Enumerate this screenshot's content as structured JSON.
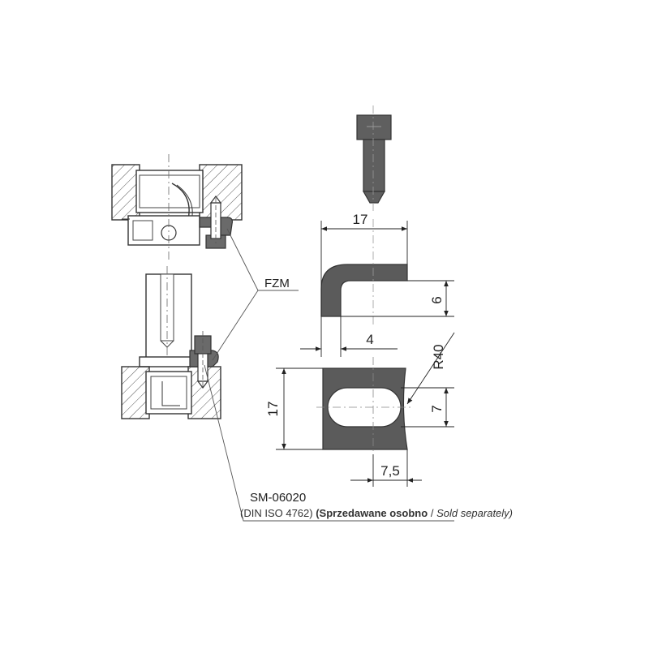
{
  "labels": {
    "fzm": "FZM",
    "part_code": "SM-06020",
    "standard": "(DIN ISO 4762)",
    "sold_separately_pl": "(Sprzedawane osobno",
    "separator": "/",
    "sold_separately_en": "Sold separately)"
  },
  "dimensions": {
    "width_top": "17",
    "height_lip": "6",
    "thickness": "4",
    "radius": "R40",
    "height_side": "17",
    "slot_height": "7",
    "slot_width": "7,5"
  },
  "colors": {
    "part_fill": "#5b5b5b",
    "line": "#333333",
    "hatch": "#444444"
  }
}
